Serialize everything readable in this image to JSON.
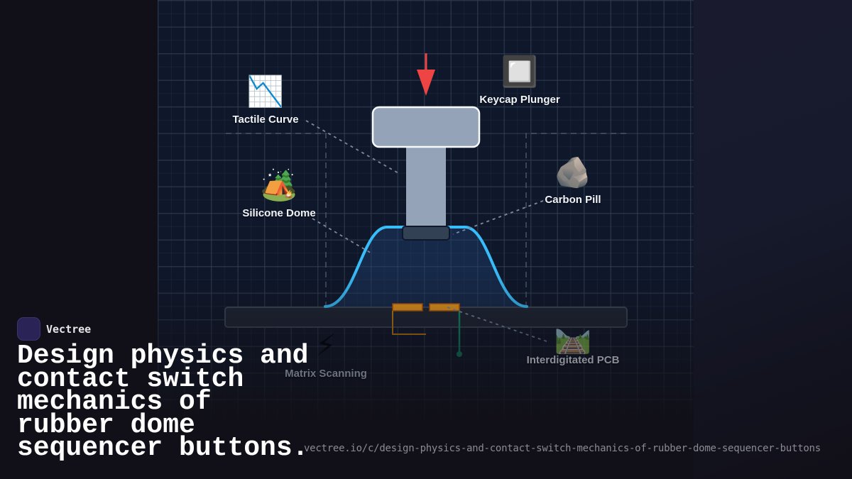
{
  "brand": {
    "name": "Vectree",
    "logo_icon": "vectree-logo-icon",
    "accent": "#a855f7"
  },
  "title": "Design physics and contact switch mechanics of rubber dome sequencer buttons.",
  "url": "vectree.io/c/design-physics-and-contact-switch-mechanics-of-rubber-dome-sequencer-buttons",
  "diagram": {
    "force_arrow_color": "#ef4444",
    "dome_color": "#38bdf8",
    "contact_color": "#e89a1c",
    "trace_color": "#10a070",
    "labels": [
      {
        "id": "tactile-curve",
        "text": "Tactile Curve",
        "icon": "chart-decreasing-icon",
        "glyph": "📉"
      },
      {
        "id": "keycap-plunger",
        "text": "Keycap Plunger",
        "icon": "white-square-button-icon",
        "glyph": "🔲"
      },
      {
        "id": "silicone-dome",
        "text": "Silicone Dome",
        "icon": "camping-tent-icon",
        "glyph": "🏕️"
      },
      {
        "id": "carbon-pill",
        "text": "Carbon Pill",
        "icon": "rock-icon",
        "glyph": "🪨"
      },
      {
        "id": "matrix-scanning",
        "text": "Matrix Scanning",
        "icon": "lightning-icon",
        "glyph": "⚡"
      },
      {
        "id": "interdigitated-pcb",
        "text": "Interdigitated PCB",
        "icon": "railway-track-icon",
        "glyph": "🛤️"
      }
    ]
  }
}
